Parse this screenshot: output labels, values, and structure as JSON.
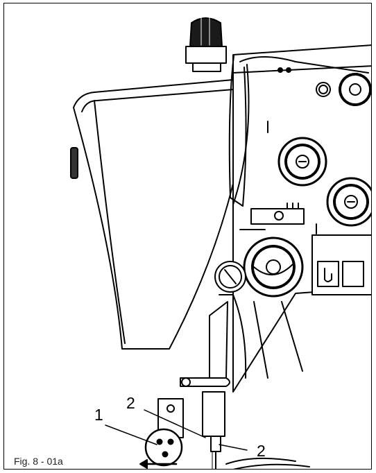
{
  "figure": {
    "caption": "Fig. 8 - 01a",
    "callouts": [
      {
        "id": "c1",
        "label": "1"
      },
      {
        "id": "c2a",
        "label": "2"
      },
      {
        "id": "c2b",
        "label": "2"
      }
    ]
  },
  "colors": {
    "line": "#000000",
    "background": "#ffffff",
    "border": "#000000"
  },
  "icons": [
    "sewing-machine-head-drawing",
    "arrow-left-icon"
  ]
}
